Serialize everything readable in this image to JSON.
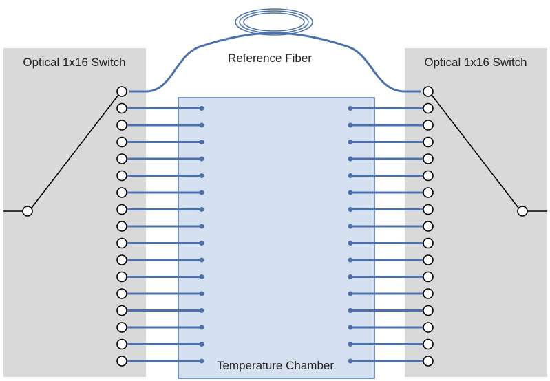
{
  "labels": {
    "left_switch": "Optical 1x16 Switch",
    "right_switch": "Optical 1x16 Switch",
    "reference_fiber": "Reference Fiber",
    "chamber": "Temperature Chamber"
  },
  "switch": {
    "ports": 17,
    "reference_port": 0,
    "selected_port": 0
  },
  "chamber_fibers": 16,
  "colors": {
    "switch_fill": "#d9d9d9",
    "chamber_fill": "#d5e0f0",
    "chamber_stroke": "#4a71ad",
    "fiber": "#4a71ad",
    "switch_line": "#000000"
  }
}
